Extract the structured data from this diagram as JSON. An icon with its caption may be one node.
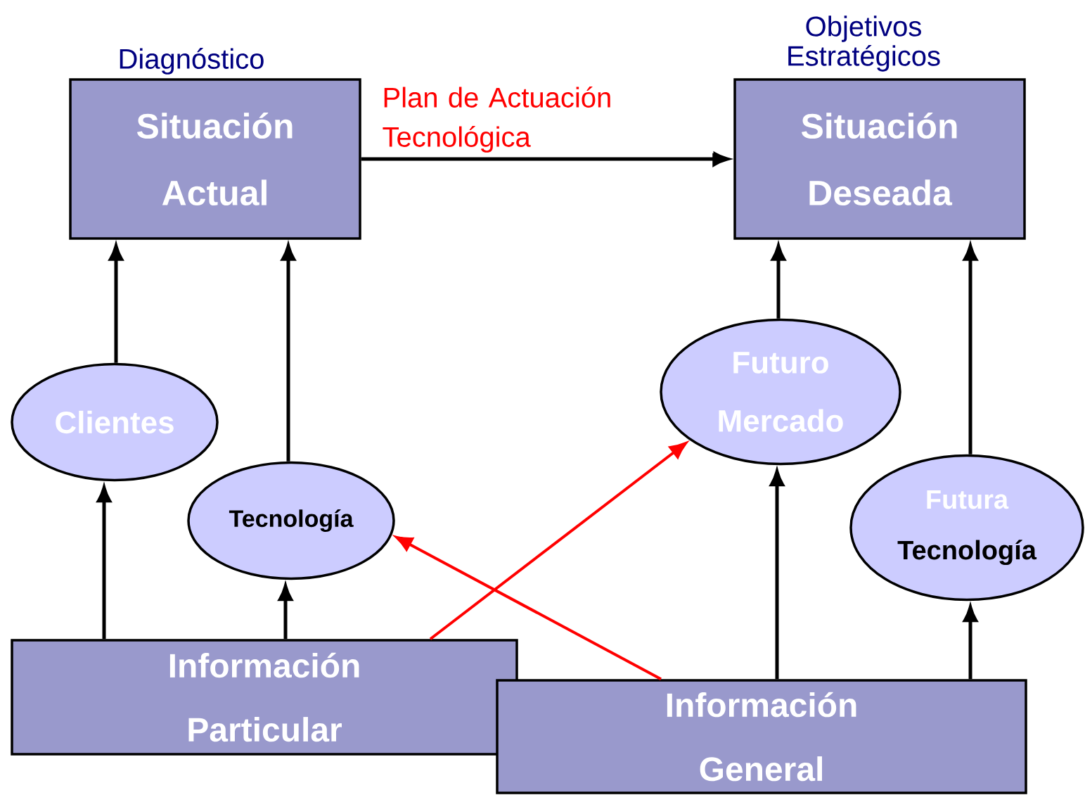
{
  "diagram": {
    "nodes": [
      {
        "text": [
          "Diagnóstico",
          "Situación Actual"
        ]
      },
      {
        "text": [
          "Objetivos Estratégicos",
          "Situación Deseada"
        ]
      },
      {
        "text": [
          "Clientes"
        ]
      },
      {
        "text": [
          "Tecnología"
        ]
      },
      {
        "text": [
          "Futuro Mercado"
        ]
      },
      {
        "text": [
          "Futura",
          "Tecnología"
        ]
      },
      {
        "text": [
          "Información Particular"
        ]
      },
      {
        "text": [
          "Información General"
        ]
      }
    ],
    "edges": [
      {
        "from": 0,
        "to": 1,
        "arrow": "to",
        "label": "Plan de Actuación Tecnológica"
      },
      {
        "from": 2,
        "to": 0,
        "arrow": "to"
      },
      {
        "from": 3,
        "to": 0,
        "arrow": "to"
      },
      {
        "from": 6,
        "to": 2,
        "arrow": "to"
      },
      {
        "from": 6,
        "to": 3,
        "arrow": "to"
      },
      {
        "from": 6,
        "to": 4,
        "arrow": "to",
        "color": "#ff0000"
      },
      {
        "from": 7,
        "to": 3,
        "arrow": "to",
        "color": "#ff0000"
      },
      {
        "from": 4,
        "to": 1,
        "arrow": "to"
      },
      {
        "from": 5,
        "to": 1,
        "arrow": "to"
      },
      {
        "from": 7,
        "to": 4,
        "arrow": "to"
      },
      {
        "from": 7,
        "to": 5,
        "arrow": "to"
      }
    ]
  }
}
